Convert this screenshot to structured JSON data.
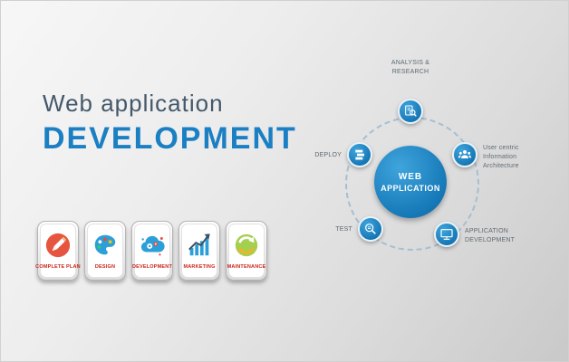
{
  "title": {
    "line1": "Web application",
    "line2": "DEVELOPMENT"
  },
  "badges": [
    {
      "label": "COMPLETE PLAN",
      "icon": "pencil-icon"
    },
    {
      "label": "DESIGN",
      "icon": "palette-icon"
    },
    {
      "label": "DEVELOPMENT",
      "icon": "cloud-gears-icon"
    },
    {
      "label": "MARKETING",
      "icon": "chart-icon"
    },
    {
      "label": "MAINTENANCE",
      "icon": "maintenance-icon"
    }
  ],
  "diagram": {
    "center_line1": "WEB",
    "center_line2": "APPLICATION",
    "nodes": {
      "analysis": {
        "label": "ANALYSIS &\nRESEARCH"
      },
      "user_centric": {
        "label": "User centric\nInformation\nArchitecture"
      },
      "app_dev": {
        "label": "APPLICATION\nDEVELOPMENT"
      },
      "test": {
        "label": "TEST"
      },
      "deploy": {
        "label": "DEPLOY"
      }
    }
  },
  "colors": {
    "accent_blue": "#1b7fc4",
    "title_gray": "#44586a",
    "badge_label_red": "#cc2418",
    "node_blue": "#1374b3",
    "ring_dash": "#a4bfd3"
  }
}
